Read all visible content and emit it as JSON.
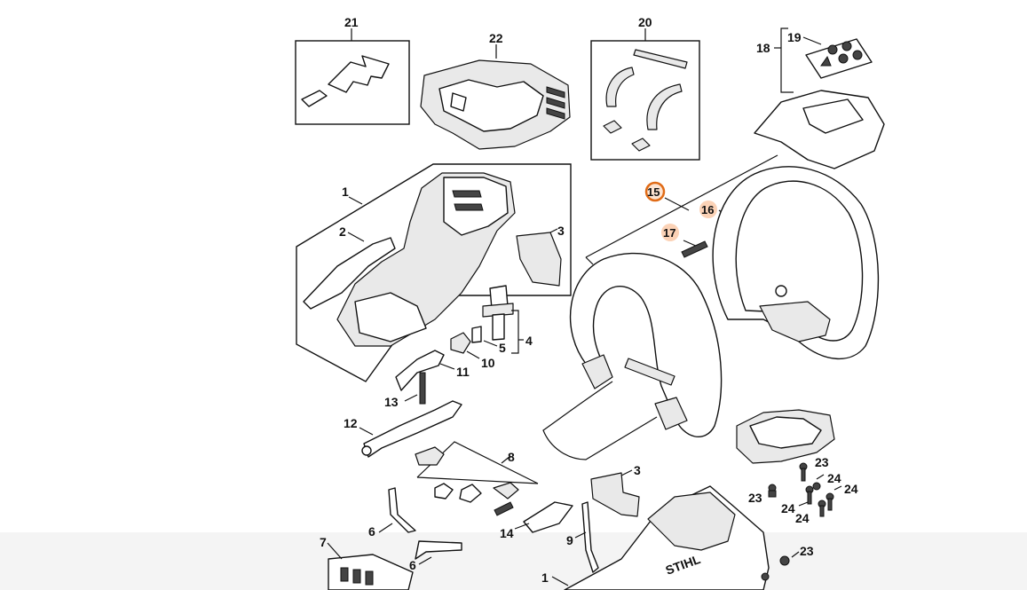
{
  "labels": {
    "l21": "21",
    "l22": "22",
    "l20": "20",
    "l19": "19",
    "l18": "18",
    "l1a": "1",
    "l2": "2",
    "l3a": "3",
    "l4": "4",
    "l5": "5",
    "l10": "10",
    "l11": "11",
    "l13": "13",
    "l12": "12",
    "l8": "8",
    "l6a": "6",
    "l6b": "6",
    "l7": "7",
    "l14": "14",
    "l9": "9",
    "l3b": "3",
    "l1b": "1",
    "l23a": "23",
    "l23b": "23",
    "l23c": "23",
    "l24a": "24",
    "l24b": "24",
    "l24c": "24",
    "l24d": "24"
  },
  "hotspots": {
    "h15": "15",
    "h16": "16",
    "h17": "17"
  },
  "colors": {
    "selected_ring": "#e06b16",
    "hotspot_fill": "#fbd2b6"
  }
}
